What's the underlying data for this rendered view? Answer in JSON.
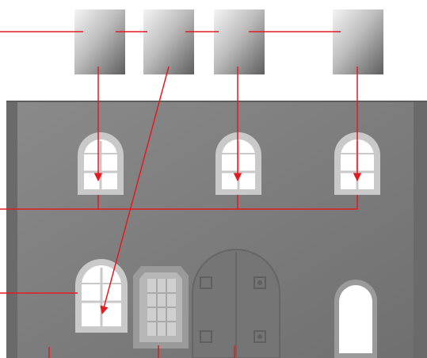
{
  "figure": {
    "subject": "assembly-diagram-facade-wall",
    "glazing_panels": [
      "glazing-panel-1",
      "glazing-panel-2",
      "glazing-panel-3",
      "glazing-panel-4"
    ],
    "colors": {
      "background": "#ffffff",
      "wall": "#7c7c7c",
      "wall_edge": "#6a6a6a",
      "window_frame": "#c9c9c9",
      "glazing": "#ffffff",
      "leader_line": "#e11b22",
      "arrow": "#e11b22",
      "panel_light": "#f2f2f2",
      "panel_dark": "#6f6f6f",
      "door": "#757575",
      "door_panel": "#bcbcbc"
    }
  }
}
